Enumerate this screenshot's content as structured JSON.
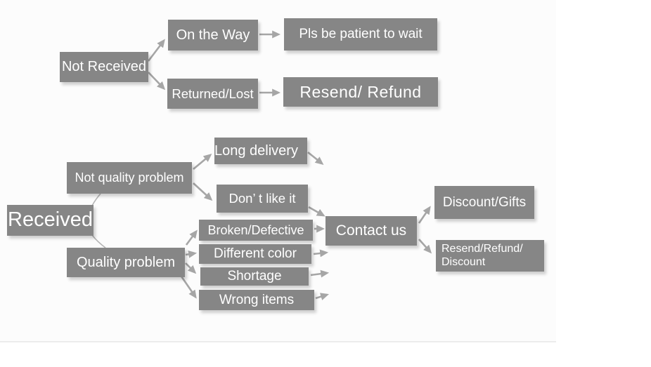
{
  "colors": {
    "node_fill": "#868686",
    "node_text": "#ffffff",
    "arrow": "#a6a6a6",
    "connector": "#b5b5b5",
    "background": "#fcfcfc"
  },
  "diagram": {
    "type": "flowchart",
    "nodes": {
      "not_received": "Not Received",
      "on_the_way": "On the Way",
      "pls_be_patient": "Pls be patient to wait",
      "returned_lost": "Returned/Lost",
      "resend_refund": "Resend/ Refund",
      "received": "Received",
      "not_quality_problem": "Not quality problem",
      "long_delivery": "Long delivery",
      "dont_like_it": "Don’ t like it",
      "quality_problem": "Quality problem",
      "broken_defective": "Broken/Defective",
      "different_color": "Different color",
      "shortage": "Shortage",
      "wrong_items": "Wrong items",
      "contact_us": "Contact us",
      "discount_gifts": "Discount/Gifts",
      "resend_refund_discount_line1": "Resend/Refund/",
      "resend_refund_discount_line2": "Discount"
    },
    "edges": [
      {
        "from": "not_received",
        "to": "on_the_way"
      },
      {
        "from": "not_received",
        "to": "returned_lost"
      },
      {
        "from": "on_the_way",
        "to": "pls_be_patient"
      },
      {
        "from": "returned_lost",
        "to": "resend_refund"
      },
      {
        "from": "received",
        "to": "not_quality_problem"
      },
      {
        "from": "received",
        "to": "quality_problem"
      },
      {
        "from": "not_quality_problem",
        "to": "long_delivery"
      },
      {
        "from": "not_quality_problem",
        "to": "dont_like_it"
      },
      {
        "from": "long_delivery",
        "to": "contact_us"
      },
      {
        "from": "dont_like_it",
        "to": "contact_us"
      },
      {
        "from": "quality_problem",
        "to": "broken_defective"
      },
      {
        "from": "quality_problem",
        "to": "different_color"
      },
      {
        "from": "quality_problem",
        "to": "shortage"
      },
      {
        "from": "quality_problem",
        "to": "wrong_items"
      },
      {
        "from": "broken_defective",
        "to": "contact_us"
      },
      {
        "from": "different_color",
        "to": "contact_us"
      },
      {
        "from": "shortage",
        "to": "contact_us"
      },
      {
        "from": "wrong_items",
        "to": "contact_us"
      },
      {
        "from": "contact_us",
        "to": "discount_gifts"
      },
      {
        "from": "contact_us",
        "to": "resend_refund_discount"
      }
    ]
  }
}
